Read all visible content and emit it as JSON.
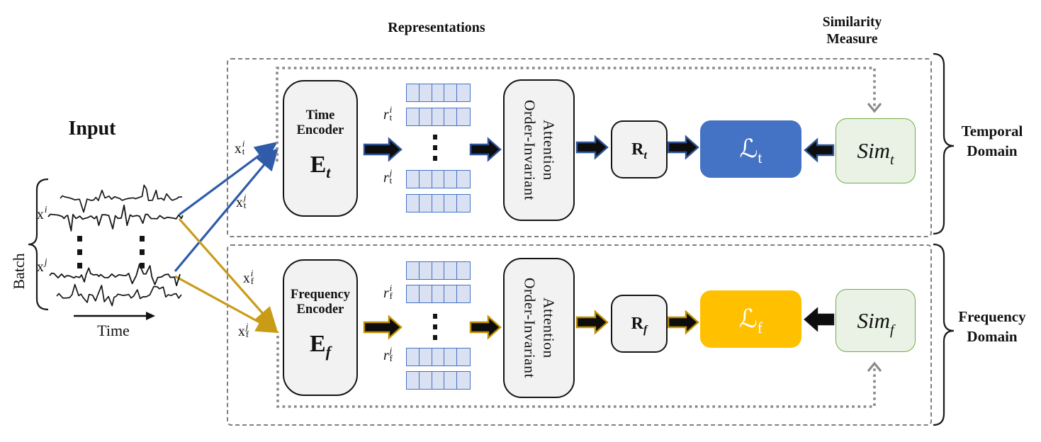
{
  "colors": {
    "loss_temporal": "#4472C4",
    "loss_frequency": "#FFC000",
    "sim_fill": "#E9F2E4",
    "sim_border": "#70AD47",
    "embedding_fill": "#D9E1F2",
    "embedding_border": "#4472C4",
    "process_box_fill": "#F2F2F2",
    "temporal_line": "#2F5BA8",
    "frequency_line": "#C99C18",
    "feedback_dotted": "#8a8a8a"
  },
  "headers": {
    "representations": "Representations",
    "similarity_line1": "Similarity",
    "similarity_line2": "Measure"
  },
  "input": {
    "title": "Input",
    "batch": "Batch",
    "time_axis": "Time",
    "sample_i": {
      "base": "x",
      "sup": "i"
    },
    "sample_j": {
      "base": "x",
      "sup": "j"
    }
  },
  "temporal": {
    "domain_line1": "Temporal",
    "domain_line2": "Domain",
    "x_i": {
      "base": "x",
      "sub": "t",
      "sup": "i"
    },
    "x_j": {
      "base": "x",
      "sub": "t",
      "sup": "j"
    },
    "encoder_line1": "Time",
    "encoder_line2": "Encoder",
    "encoder_symbol": {
      "base": "E",
      "sub": "t"
    },
    "r_i": {
      "base": "r",
      "sub": "t",
      "sup": "i"
    },
    "r_j": {
      "base": "r",
      "sub": "t",
      "sup": "j"
    },
    "attention_line1": "Order-Invariant",
    "attention_line2": "Attention",
    "aggregate": {
      "base": "R",
      "sub": "t"
    },
    "loss": {
      "base": "ℒ",
      "sub": "t"
    },
    "sim": {
      "base": "Sim",
      "sub": "t"
    }
  },
  "frequency": {
    "domain_line1": "Frequency",
    "domain_line2": "Domain",
    "x_i": {
      "base": "x",
      "sub": "f",
      "sup": "i"
    },
    "x_j": {
      "base": "x",
      "sub": "f",
      "sup": "j"
    },
    "encoder_line1": "Frequency",
    "encoder_line2": "Encoder",
    "encoder_symbol": {
      "base": "E",
      "sub": "f"
    },
    "r_i": {
      "base": "r",
      "sub": "f",
      "sup": "i"
    },
    "r_j": {
      "base": "r",
      "sub": "f",
      "sup": "j"
    },
    "attention_line1": "Order-Invariant",
    "attention_line2": "Attention",
    "aggregate": {
      "base": "R",
      "sub": "f"
    },
    "loss": {
      "base": "ℒ",
      "sub": "f"
    },
    "sim": {
      "base": "Sim",
      "sub": "f"
    }
  }
}
